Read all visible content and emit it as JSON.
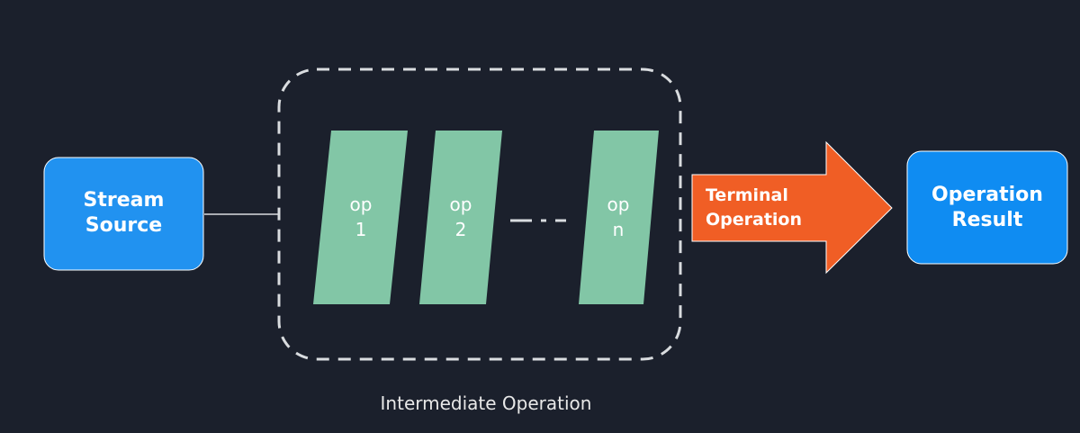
{
  "source": {
    "line1": "Stream",
    "line2": "Source"
  },
  "ops": [
    {
      "line1": "op",
      "line2": "1"
    },
    {
      "line1": "op",
      "line2": "2"
    },
    {
      "line1": "op",
      "line2": "n"
    }
  ],
  "terminal": {
    "line1": "Terminal",
    "line2": "Operation"
  },
  "result": {
    "line1": "Operation",
    "line2": "Result"
  },
  "intermediate_caption": "Intermediate Operation",
  "colors": {
    "background": "#1b202c",
    "source_box": "#2192f0",
    "op_box": "#82c6a6",
    "terminal_arrow": "#f05e25",
    "result_box": "#0f8cf2",
    "dashed_border": "#d9dcdf"
  }
}
